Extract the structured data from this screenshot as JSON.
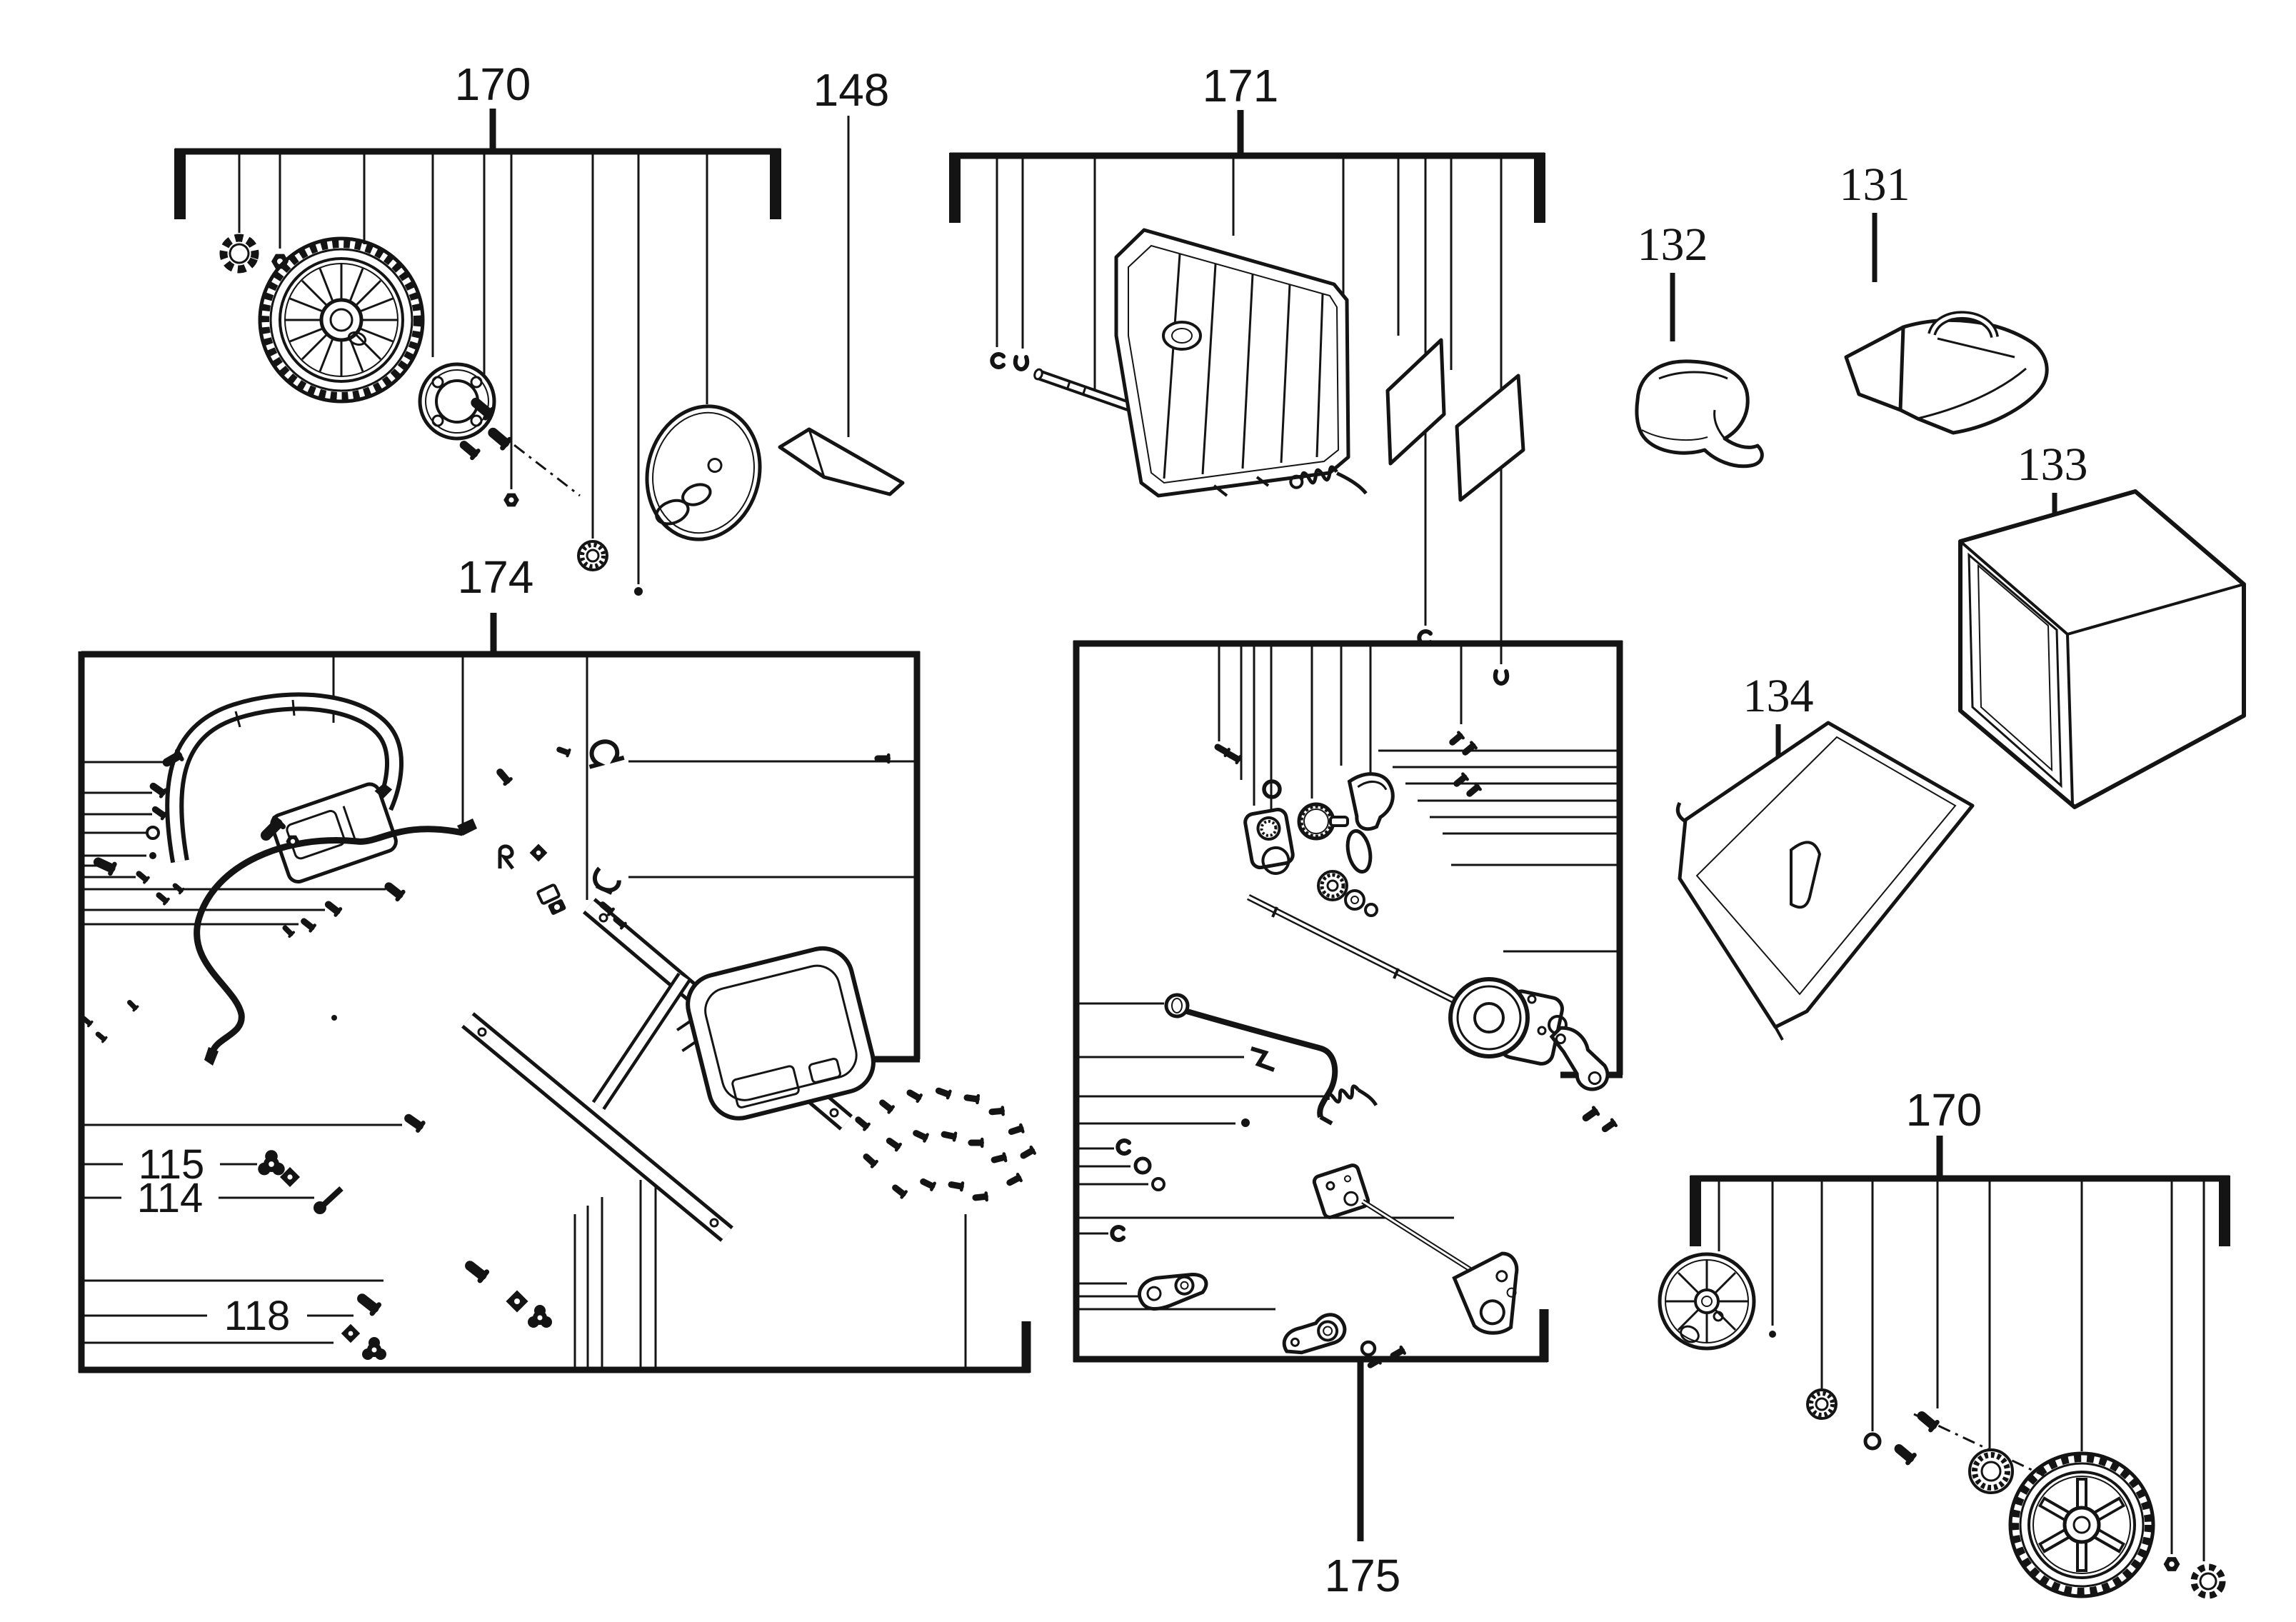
{
  "diagram": {
    "type": "exploded-parts-diagram",
    "background": "#ffffff",
    "line_color": "#141414",
    "groups": [
      {
        "id": "group-170-top-left",
        "label": "170"
      },
      {
        "id": "group-148",
        "label": "148"
      },
      {
        "id": "group-171",
        "label": "171"
      },
      {
        "id": "group-132",
        "label": "132"
      },
      {
        "id": "group-131",
        "label": "131"
      },
      {
        "id": "group-133",
        "label": "133"
      },
      {
        "id": "group-134",
        "label": "134"
      },
      {
        "id": "group-174",
        "label": "174"
      },
      {
        "id": "group-175",
        "label": "175"
      },
      {
        "id": "group-170-bottom-right",
        "label": "170"
      }
    ],
    "callouts": [
      {
        "id": "callout-115",
        "label": "115"
      },
      {
        "id": "callout-114",
        "label": "114"
      },
      {
        "id": "callout-118",
        "label": "118"
      }
    ],
    "parts_legend": {
      "group-170-top-left": [
        "lock-ring",
        "hex-nut",
        "tread-wheel",
        "flange-plate",
        "bolts",
        "flange-nut",
        "pin",
        "hub-cap"
      ],
      "group-148": [
        "blade-strip"
      ],
      "group-171": [
        "c-clip",
        "u-clip",
        "pivot-rod",
        "rear-door",
        "torsion-spring",
        "foam-pad",
        "foam-pad"
      ],
      "group-132": [
        "side-cover"
      ],
      "group-131": [
        "bag-lid-handle"
      ],
      "group-133": [
        "grass-box"
      ],
      "group-134": [
        "deflector-chute"
      ],
      "group-174": [
        "upper-handle-bail",
        "handle-grip-housing",
        "control-cable",
        "handle-tubes",
        "lower-handle-housing",
        "hardware-screws",
        "wing-knobs",
        "carriage-bolt",
        "square-nuts"
      ],
      "group-175": [
        "drive-bolts",
        "washer",
        "gear-housing",
        "pinion",
        "end-cap",
        "o-ring",
        "gears",
        "axle-shaft",
        "gearbox",
        "shift-arm",
        "crank-rod",
        "spring",
        "pivot-brackets",
        "bearing-bracket"
      ],
      "group-170-bottom-right": [
        "spoked-hub-cap",
        "pin",
        "flange-nut",
        "o-ring",
        "bolts",
        "bearing-ring",
        "tread-wheel",
        "hex-nut",
        "lock-ring"
      ]
    }
  }
}
